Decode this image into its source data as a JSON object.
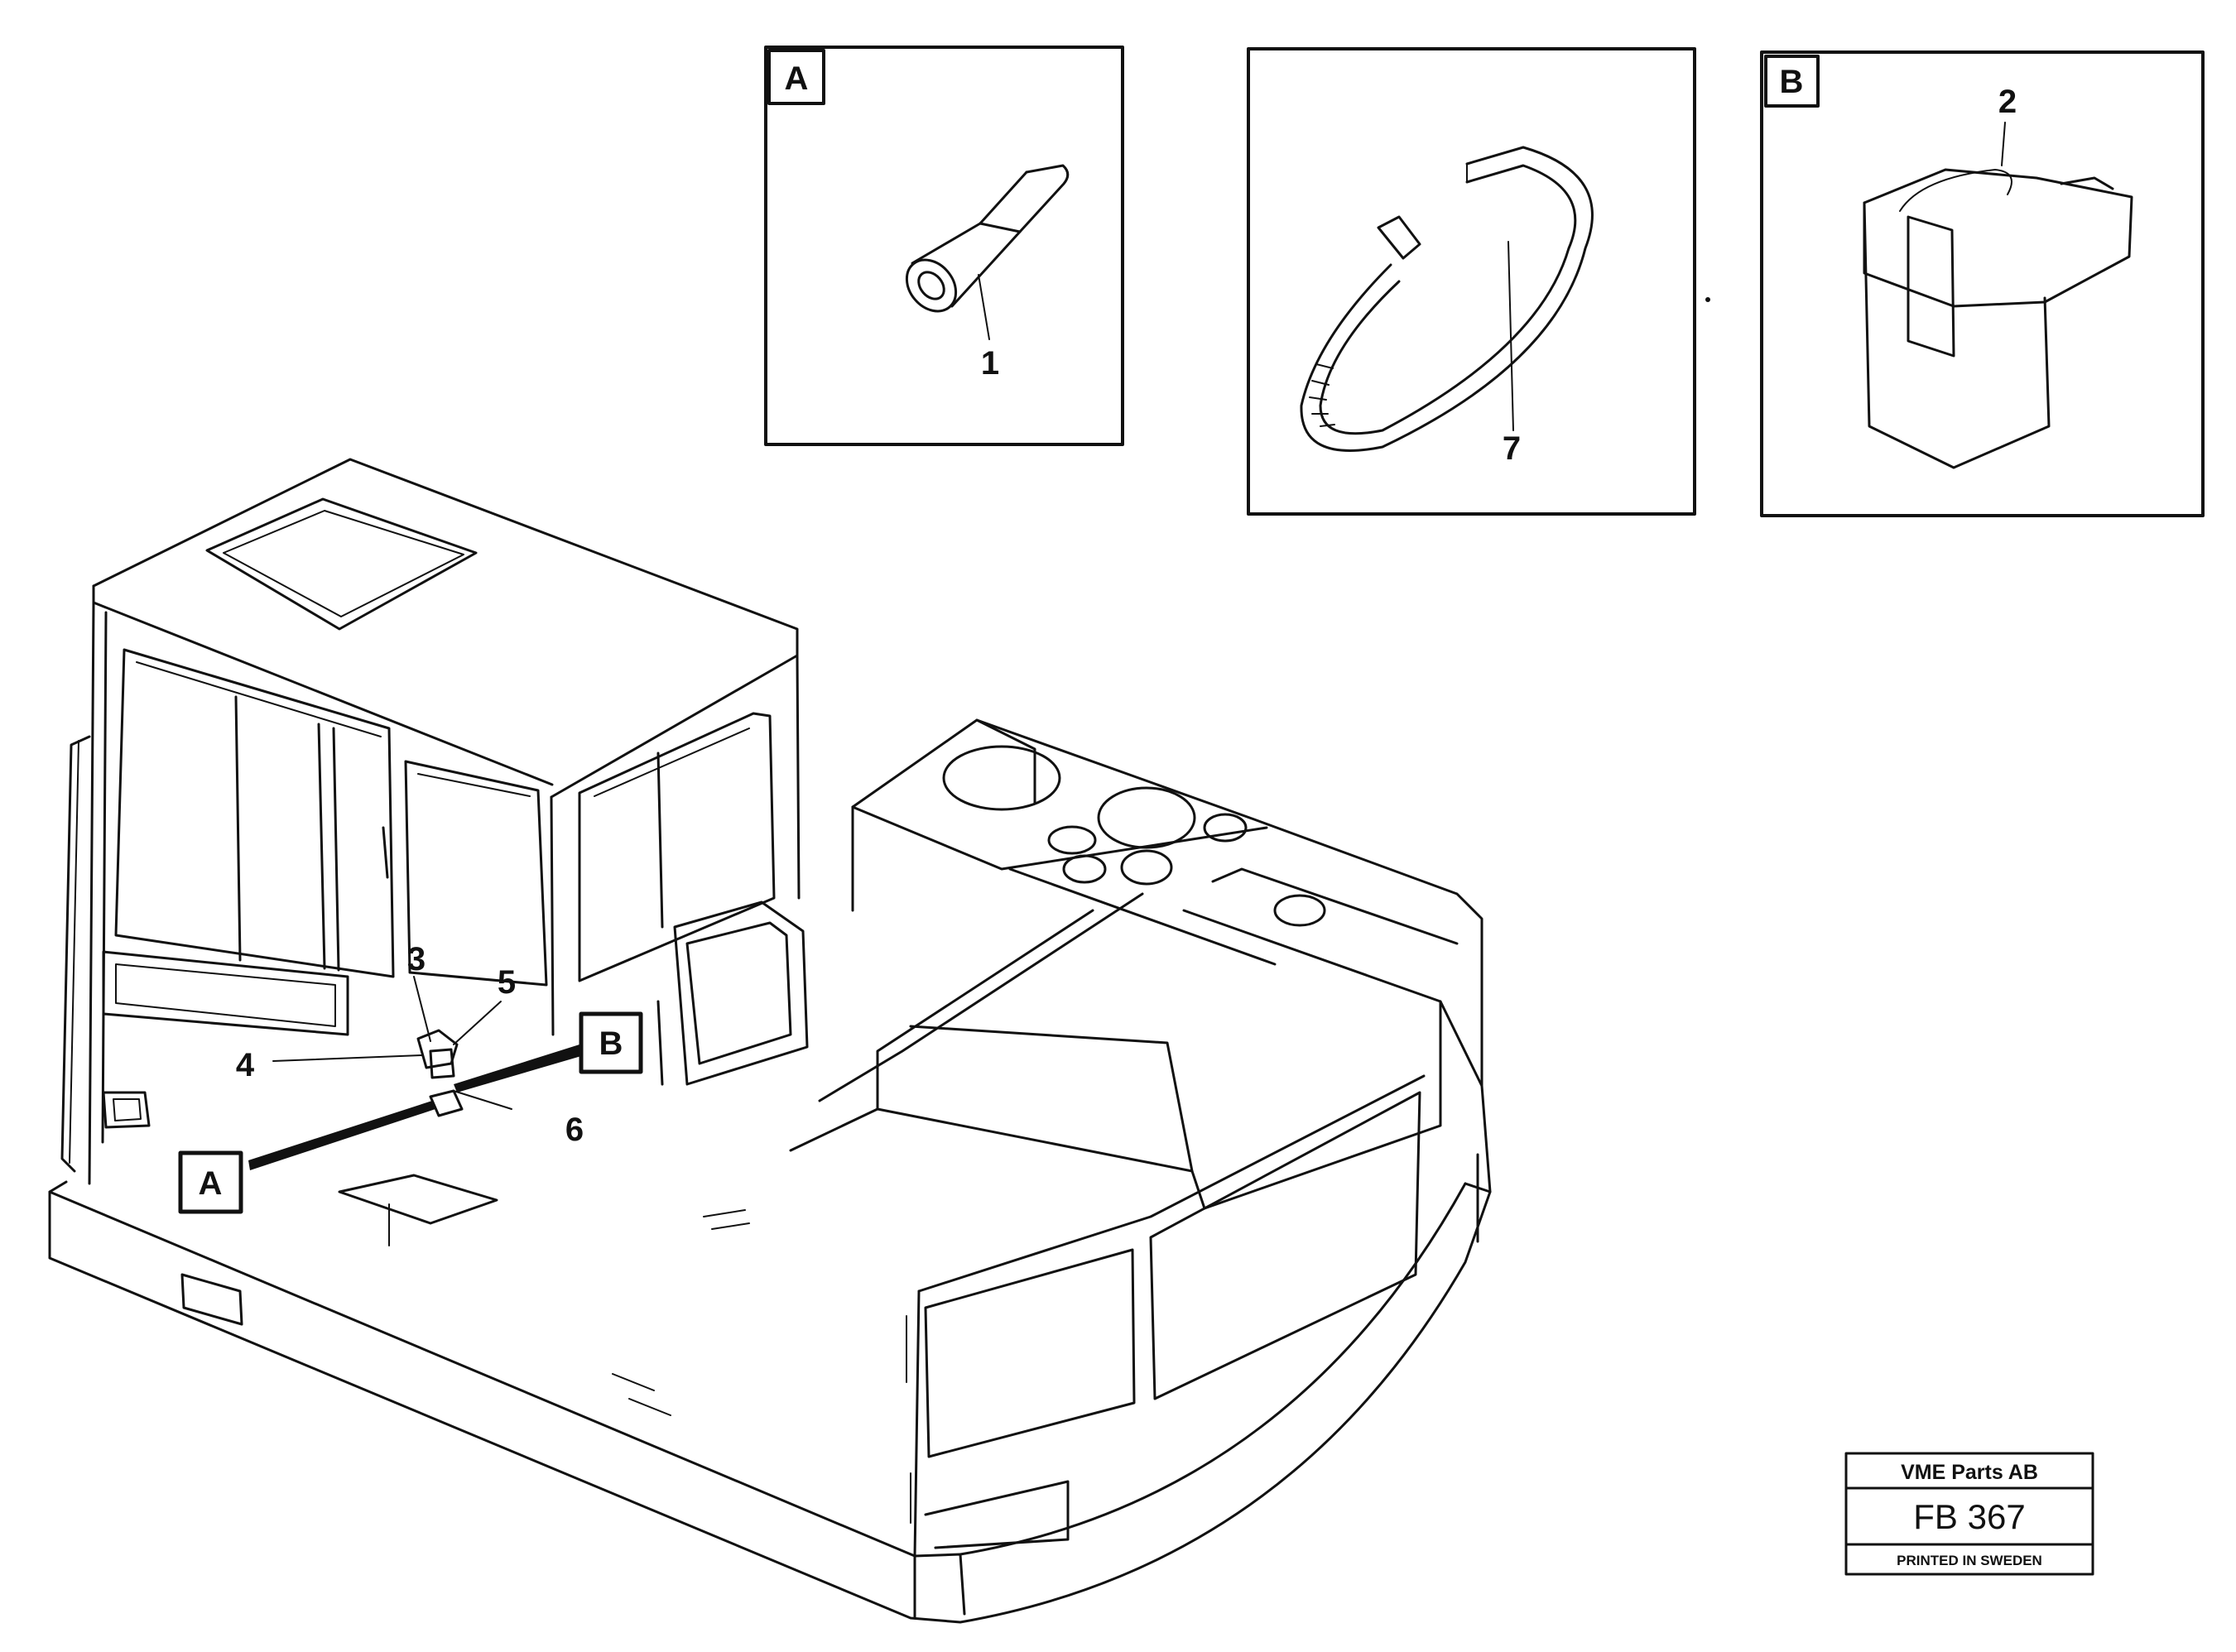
{
  "detail_a": {
    "callout": "A",
    "part_number": "1",
    "icon": "cable-sleeve-icon"
  },
  "detail_tie": {
    "part_number": "7",
    "icon": "cable-tie-icon"
  },
  "detail_b": {
    "callout": "B",
    "part_number": "2",
    "icon": "fuse-holder-clip-icon"
  },
  "main_view": {
    "icon": "excavator-upper-structure-icon",
    "callout_a": "A",
    "callout_b": "B",
    "part_labels": [
      "3",
      "5",
      "4",
      "6"
    ]
  },
  "stamp": {
    "company": "VME Parts AB",
    "code": "FB 367",
    "footer": "PRINTED IN SWEDEN"
  }
}
